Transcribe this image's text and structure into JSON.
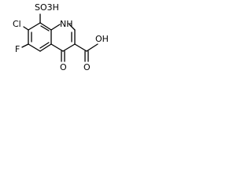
{
  "molecule": {
    "labels": {
      "sulfo": "SO3H",
      "chloro": "Cl",
      "fluoro": "F",
      "nh": "NH",
      "carbonyl_o": "O",
      "acid_oh": "OH",
      "acid_o": "O"
    }
  }
}
